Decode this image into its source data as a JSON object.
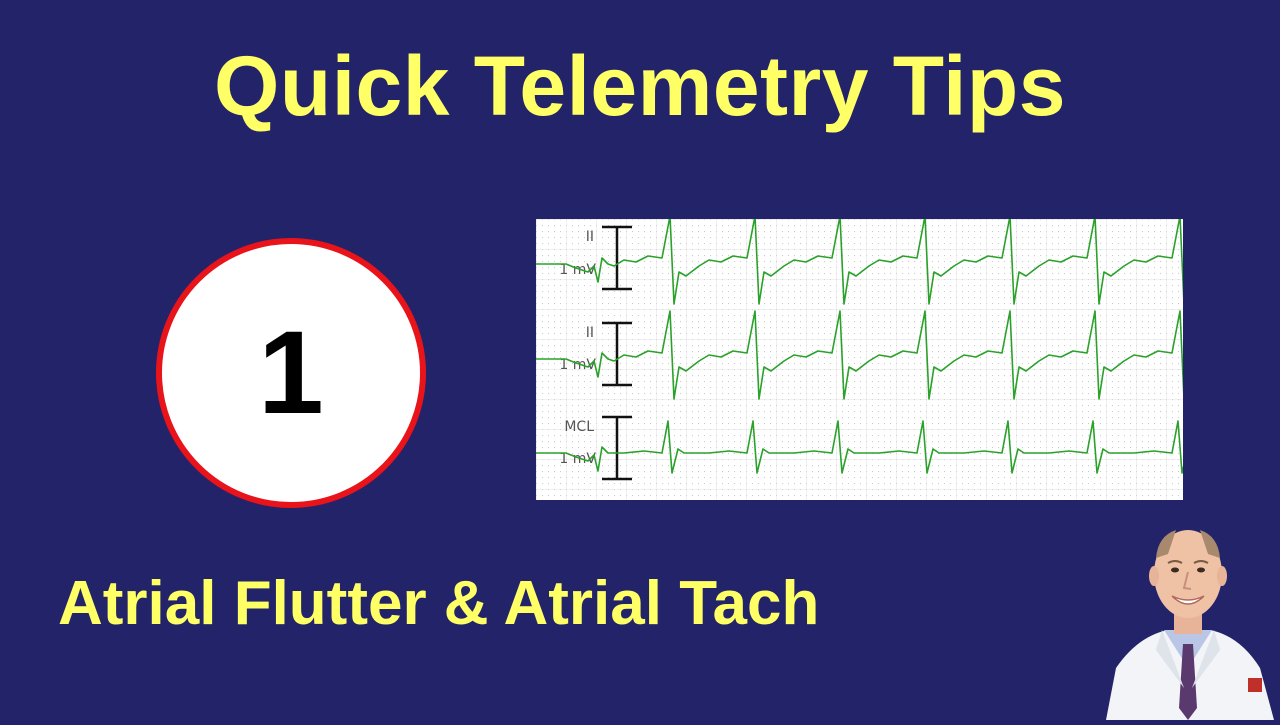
{
  "title": "Quick Telemetry Tips",
  "episode_number": "1",
  "subtitle": "Atrial Flutter & Atrial Tach",
  "ecg": {
    "leads": [
      {
        "label": "II",
        "scale": "1 mV"
      },
      {
        "label": "II",
        "scale": "1 mV"
      },
      {
        "label": "MCL",
        "scale": "1 mV"
      }
    ],
    "beats": 6,
    "trace_color": "#2aa22a"
  },
  "colors": {
    "background": "#23236a",
    "text_accent": "#ffff66",
    "badge_ring": "#e8141a"
  },
  "icons": [
    "presenter-photo"
  ]
}
